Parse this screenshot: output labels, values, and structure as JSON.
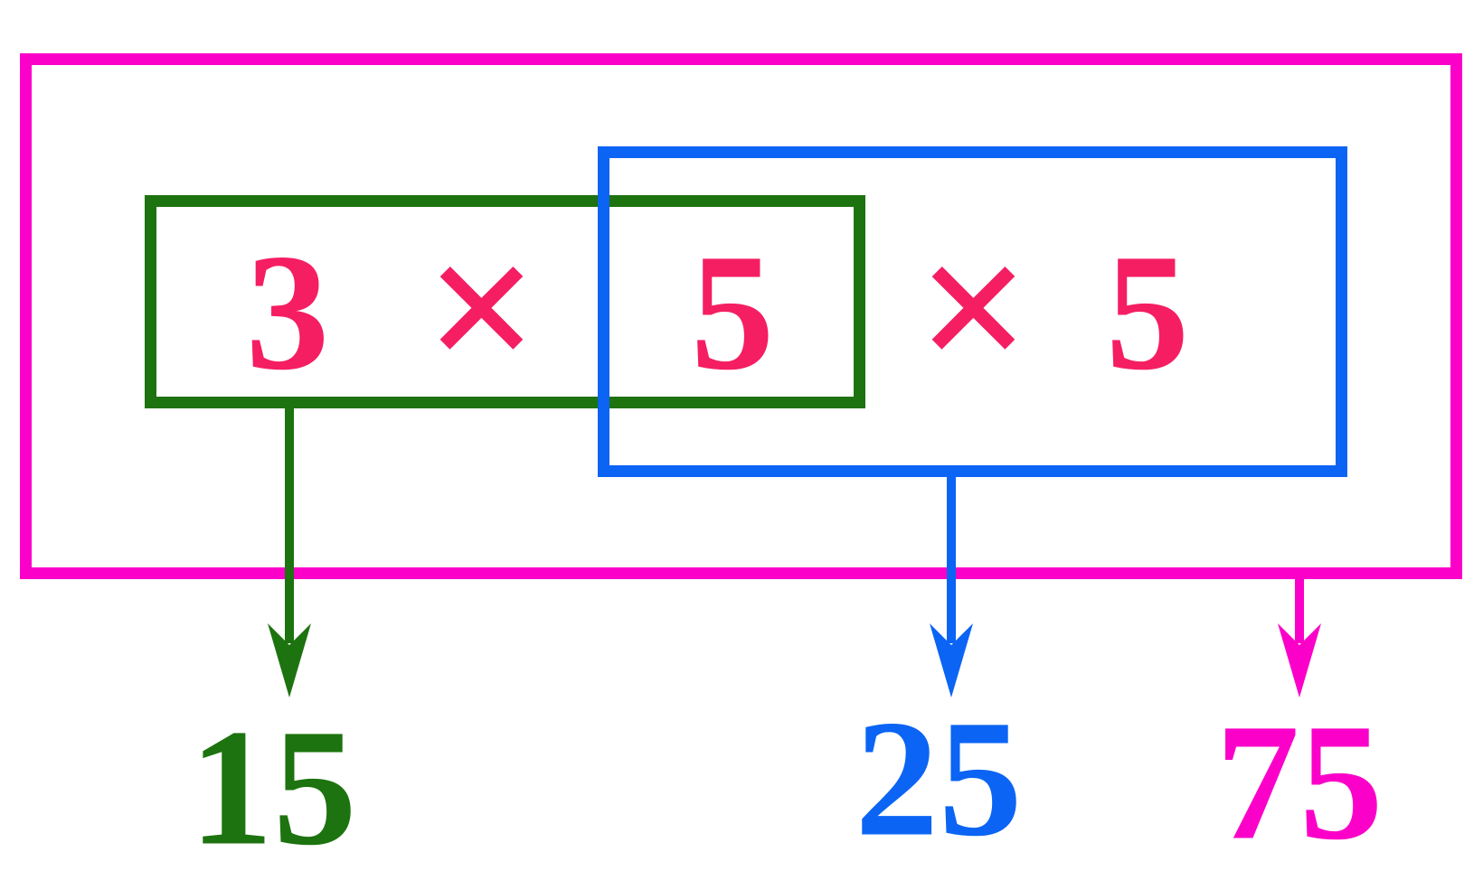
{
  "expression": {
    "factor_3": "3",
    "times_1": "×",
    "factor_5a": "5",
    "times_2": "×",
    "factor_5b": "5"
  },
  "products": {
    "green": "15",
    "blue": "25",
    "magenta": "75"
  },
  "colors": {
    "magenta": "#fb00c8",
    "blue": "#0b64f4",
    "green": "#1d730f",
    "pink": "#f51e63"
  }
}
